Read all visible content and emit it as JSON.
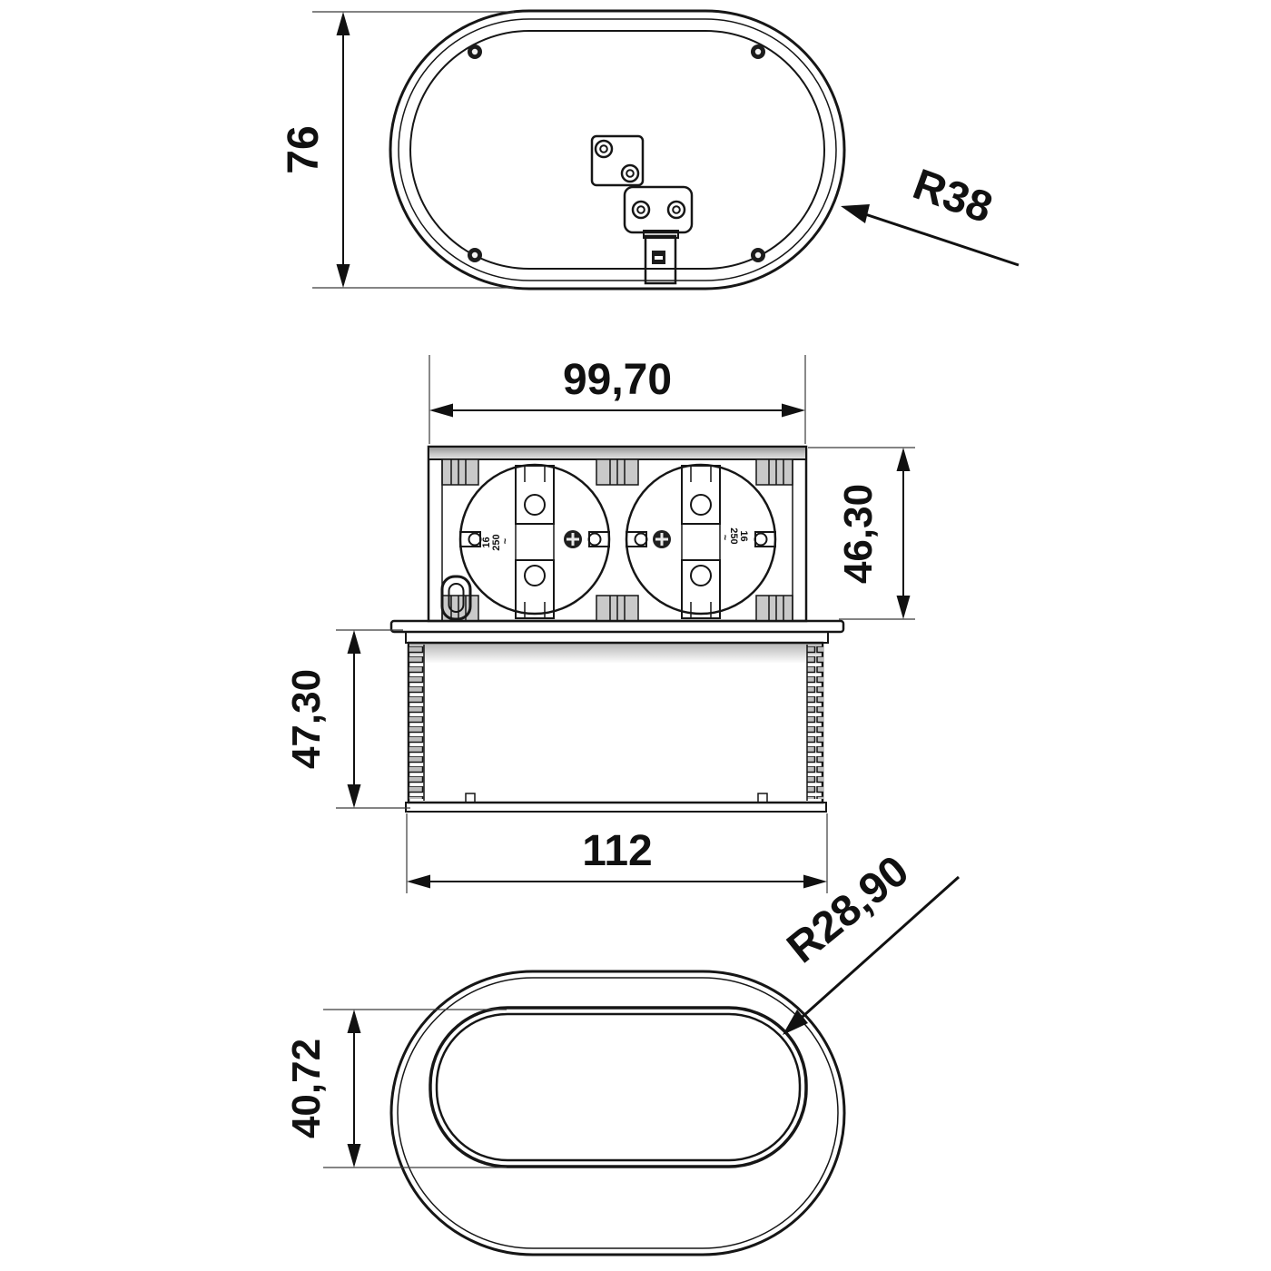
{
  "colors": {
    "line": "#161616",
    "fill_light": "#d6d6d6",
    "fill_face": "#d2d2d2",
    "fill_dark_plate": "#b2b2b2",
    "background": "#ffffff"
  },
  "top_view": {
    "height_dim": "76",
    "corner_radius_label": "R38"
  },
  "front_view": {
    "top_width_dim": "99,70",
    "upper_height_dim": "46,30",
    "lower_height_dim": "47,30",
    "bottom_width_dim": "112",
    "sockets": [
      {
        "markings": [
          "16",
          "250",
          "~"
        ]
      },
      {
        "markings": [
          "16",
          "250",
          "~"
        ]
      }
    ]
  },
  "bottom_view": {
    "cutout_height_dim": "40,72",
    "cutout_radius_label": "R28,90"
  }
}
